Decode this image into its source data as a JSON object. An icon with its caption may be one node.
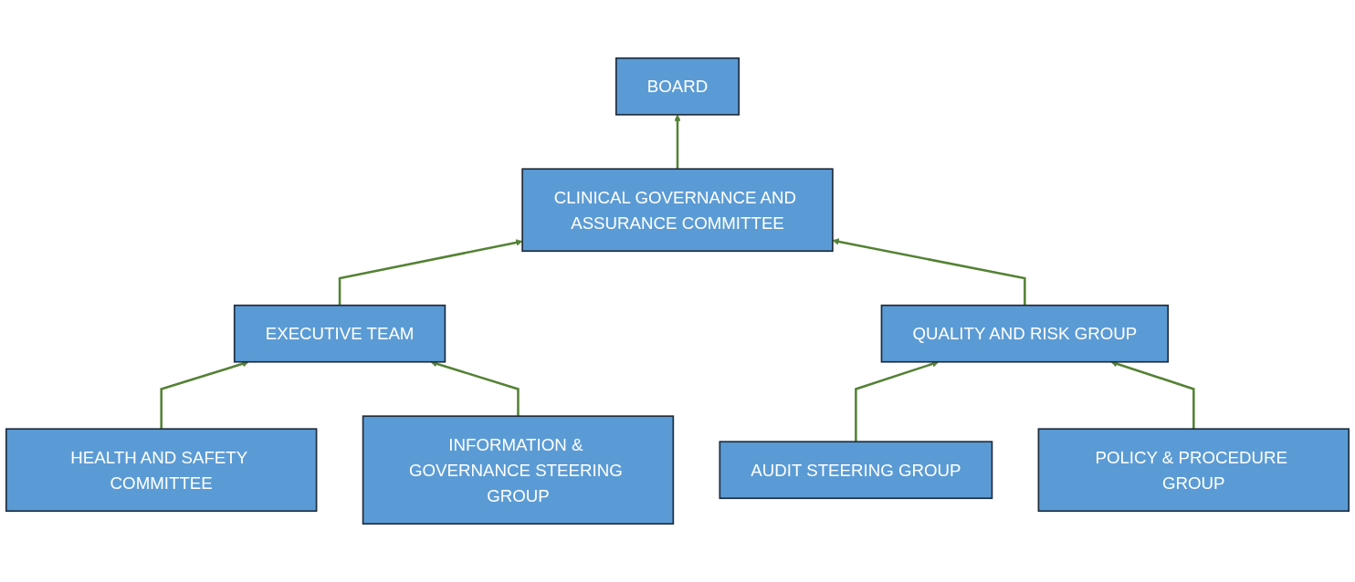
{
  "diagram": {
    "nodes": [
      {
        "text": [
          "BOARD"
        ]
      },
      {
        "text": [
          "EXECUTIVE TEAM"
        ]
      },
      {
        "text": [
          "CLINICAL GOVERNANCE AND ASSURANCE COMMITTEE"
        ]
      },
      {
        "text": [
          "HEALTH AND SAFETY COMMITTEE"
        ]
      },
      {
        "text": [
          "INFORMATION & GOVERNANCE STEERING GROUP"
        ]
      },
      {
        "text": [
          "QUALITY AND RISK GROUP"
        ]
      },
      {
        "text": [
          "AUDIT STEERING GROUP"
        ]
      },
      {
        "text": [
          "POLICY & PROCEDURE GROUP"
        ]
      }
    ],
    "edges": [
      {
        "from": 2,
        "to": 0,
        "arrow": "to"
      },
      {
        "from": 1,
        "to": 2,
        "arrow": "to"
      },
      {
        "from": 3,
        "to": 1,
        "arrow": "to"
      },
      {
        "from": 4,
        "to": 1,
        "arrow": "to"
      },
      {
        "from": 5,
        "to": 2,
        "arrow": "to"
      },
      {
        "from": 6,
        "to": 5,
        "arrow": "to"
      },
      {
        "from": 7,
        "to": 5,
        "arrow": "to"
      }
    ]
  }
}
